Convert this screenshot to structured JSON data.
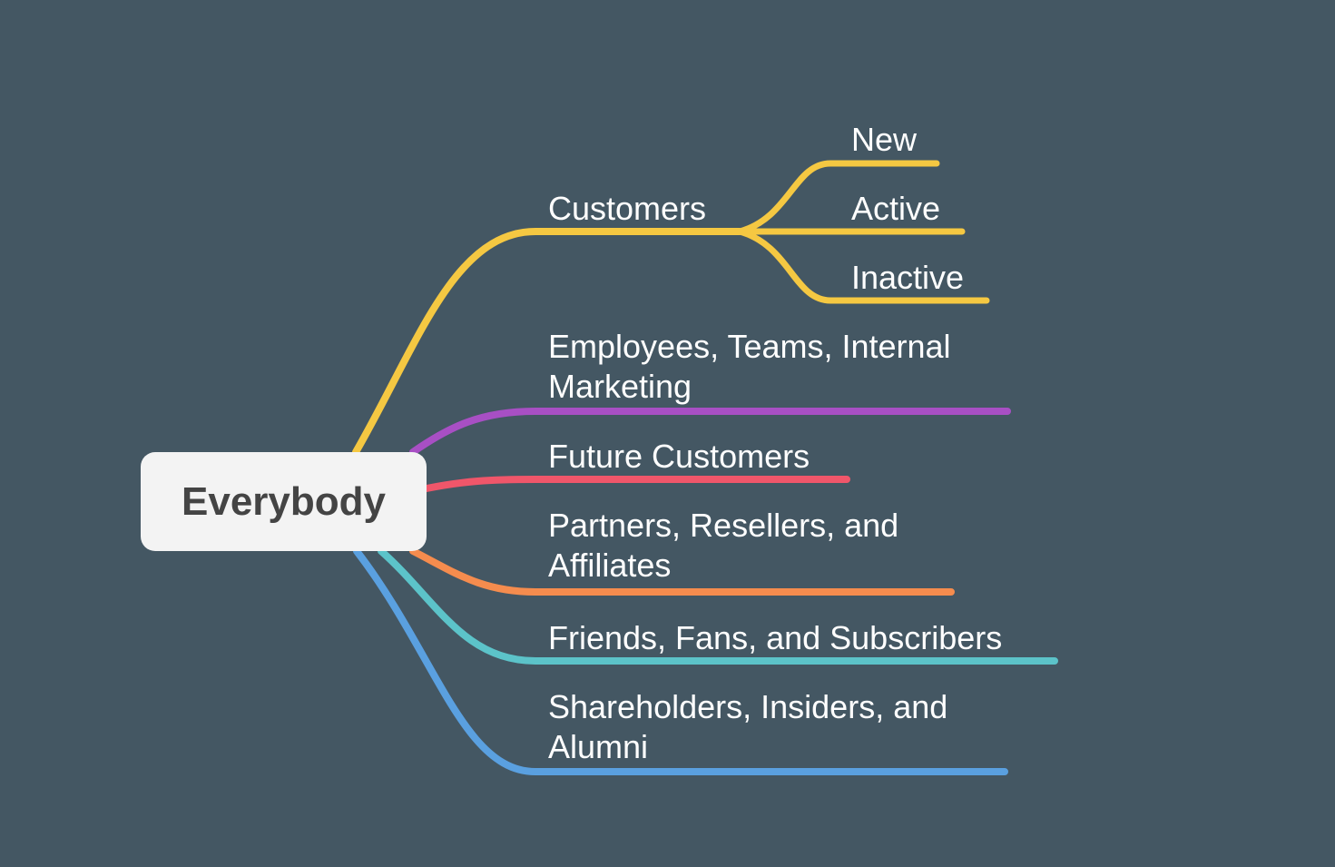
{
  "root": {
    "label": "Everybody"
  },
  "branches": [
    {
      "id": "customers",
      "lines": [
        "Customers"
      ],
      "color": "#f5c842",
      "children": [
        {
          "id": "new",
          "label": "New"
        },
        {
          "id": "active",
          "label": "Active"
        },
        {
          "id": "inactive",
          "label": "Inactive"
        }
      ]
    },
    {
      "id": "employees",
      "lines": [
        "Employees, Teams, Internal",
        "Marketing"
      ],
      "color": "#a84fc4"
    },
    {
      "id": "future-customers",
      "lines": [
        "Future Customers"
      ],
      "color": "#f0566a"
    },
    {
      "id": "partners",
      "lines": [
        "Partners, Resellers, and",
        "Affiliates"
      ],
      "color": "#f58c4e"
    },
    {
      "id": "friends",
      "lines": [
        "Friends, Fans, and Subscribers"
      ],
      "color": "#5cc3c9"
    },
    {
      "id": "shareholders",
      "lines": [
        "Shareholders, Insiders, and",
        "Alumni"
      ],
      "color": "#5aa0e0"
    }
  ]
}
